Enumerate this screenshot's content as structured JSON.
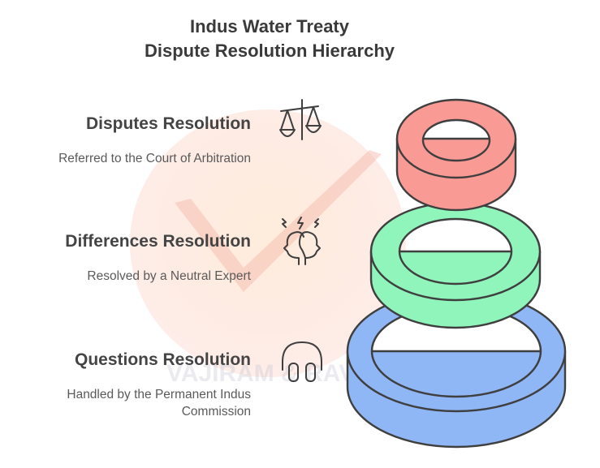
{
  "title": {
    "line1": "Indus Water Treaty",
    "line2": "Dispute Resolution Hierarchy"
  },
  "watermark": {
    "text": "VAJIRAM & RAVI"
  },
  "levels": [
    {
      "heading": "Disputes Resolution",
      "description": "Referred to the Court of Arbitration",
      "icon": "scales-icon",
      "ring_color": "#f99a95"
    },
    {
      "heading": "Differences Resolution",
      "description": "Resolved by a Neutral Expert",
      "icon": "two-heads-thinking-icon",
      "ring_color": "#8ff5bb"
    },
    {
      "heading": "Questions Resolution",
      "description": "Handled by the Permanent Indus Commission",
      "icon": "headphones-icon",
      "ring_color": "#8fb6f5"
    }
  ],
  "colors": {
    "stroke": "#3f3f3f",
    "heading": "#444444",
    "text": "#5a5a5a"
  }
}
